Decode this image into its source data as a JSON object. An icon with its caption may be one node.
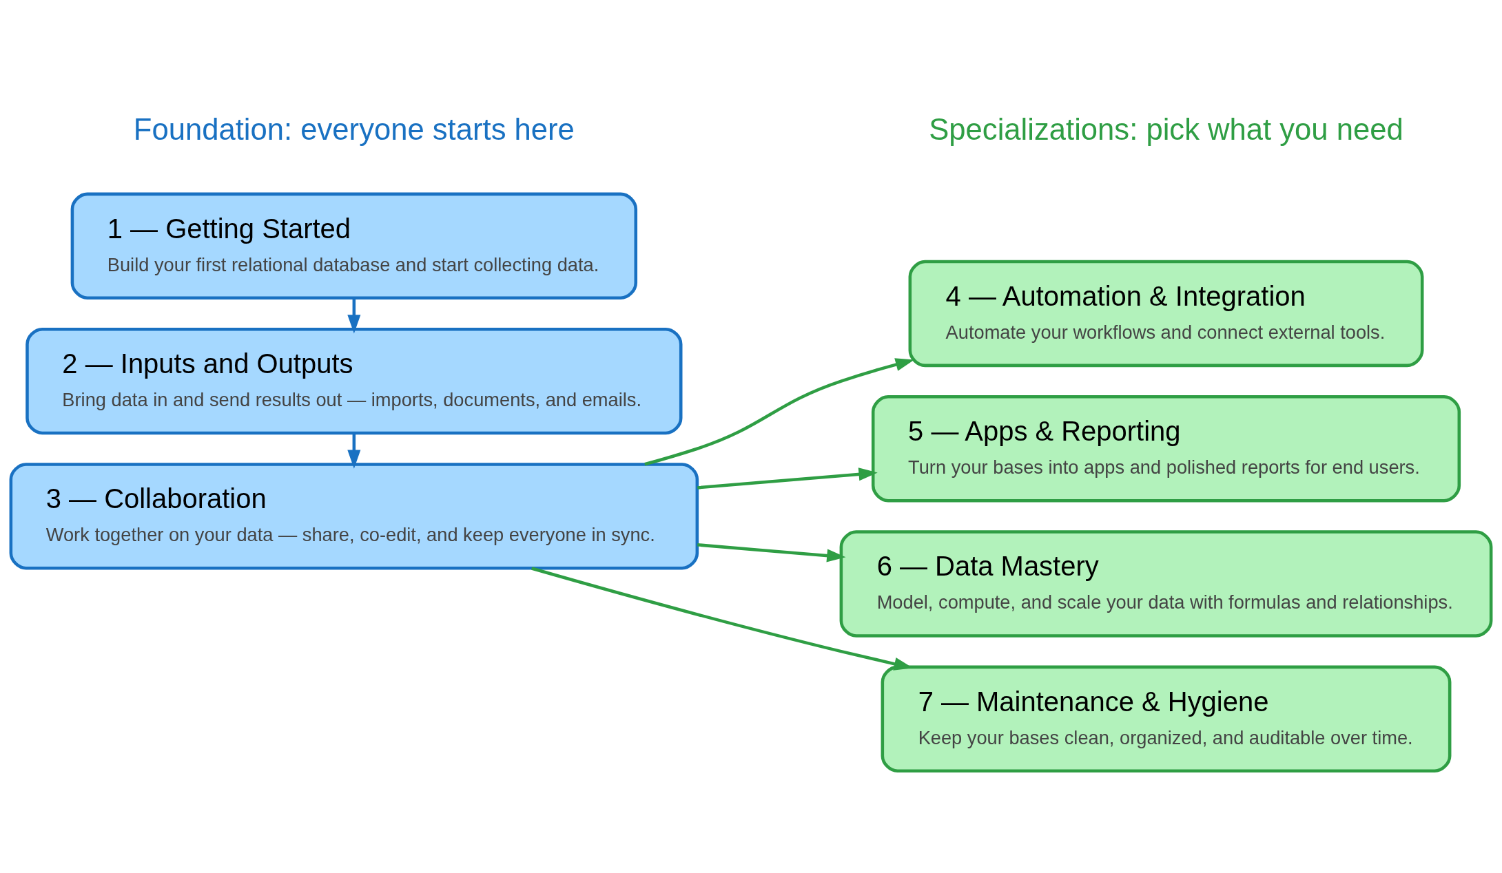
{
  "diagram": {
    "nodes": [
      {
        "text": [
          "1 — Getting Started",
          "Build your first relational database and start collecting data."
        ]
      },
      {
        "text": [
          "2 — Inputs and Outputs",
          "Bring data in and send results out — imports, documents, and emails."
        ]
      },
      {
        "text": [
          "3 — Collaboration",
          "Work together on your data — share, co-edit, and keep everyone in sync."
        ]
      },
      {
        "text": [
          "4 — Automation & Integration",
          "Automate your workflows and connect external tools."
        ]
      },
      {
        "text": [
          "5 — Apps & Reporting",
          "Turn your bases into apps and polished reports for end users."
        ]
      },
      {
        "text": [
          "6 — Data Mastery",
          "Model, compute, and scale your data with formulas and relationships."
        ]
      },
      {
        "text": [
          "7 — Maintenance & Hygiene",
          "Keep your bases clean, organized, and auditable over time."
        ]
      }
    ],
    "edges": [
      {
        "from": 0,
        "to": 1,
        "arrow": "to",
        "color": "#1971c2"
      },
      {
        "from": 1,
        "to": 2,
        "arrow": "to",
        "color": "#1971c2"
      },
      {
        "from": 2,
        "to": 3,
        "arrow": "to"
      },
      {
        "from": 2,
        "to": 4,
        "arrow": "to"
      },
      {
        "from": 2,
        "to": 5,
        "arrow": "to"
      },
      {
        "from": 2,
        "to": 6,
        "arrow": "to"
      }
    ],
    "labels": [
      "Foundation: everyone starts here",
      "Specializations: pick what you need"
    ]
  }
}
